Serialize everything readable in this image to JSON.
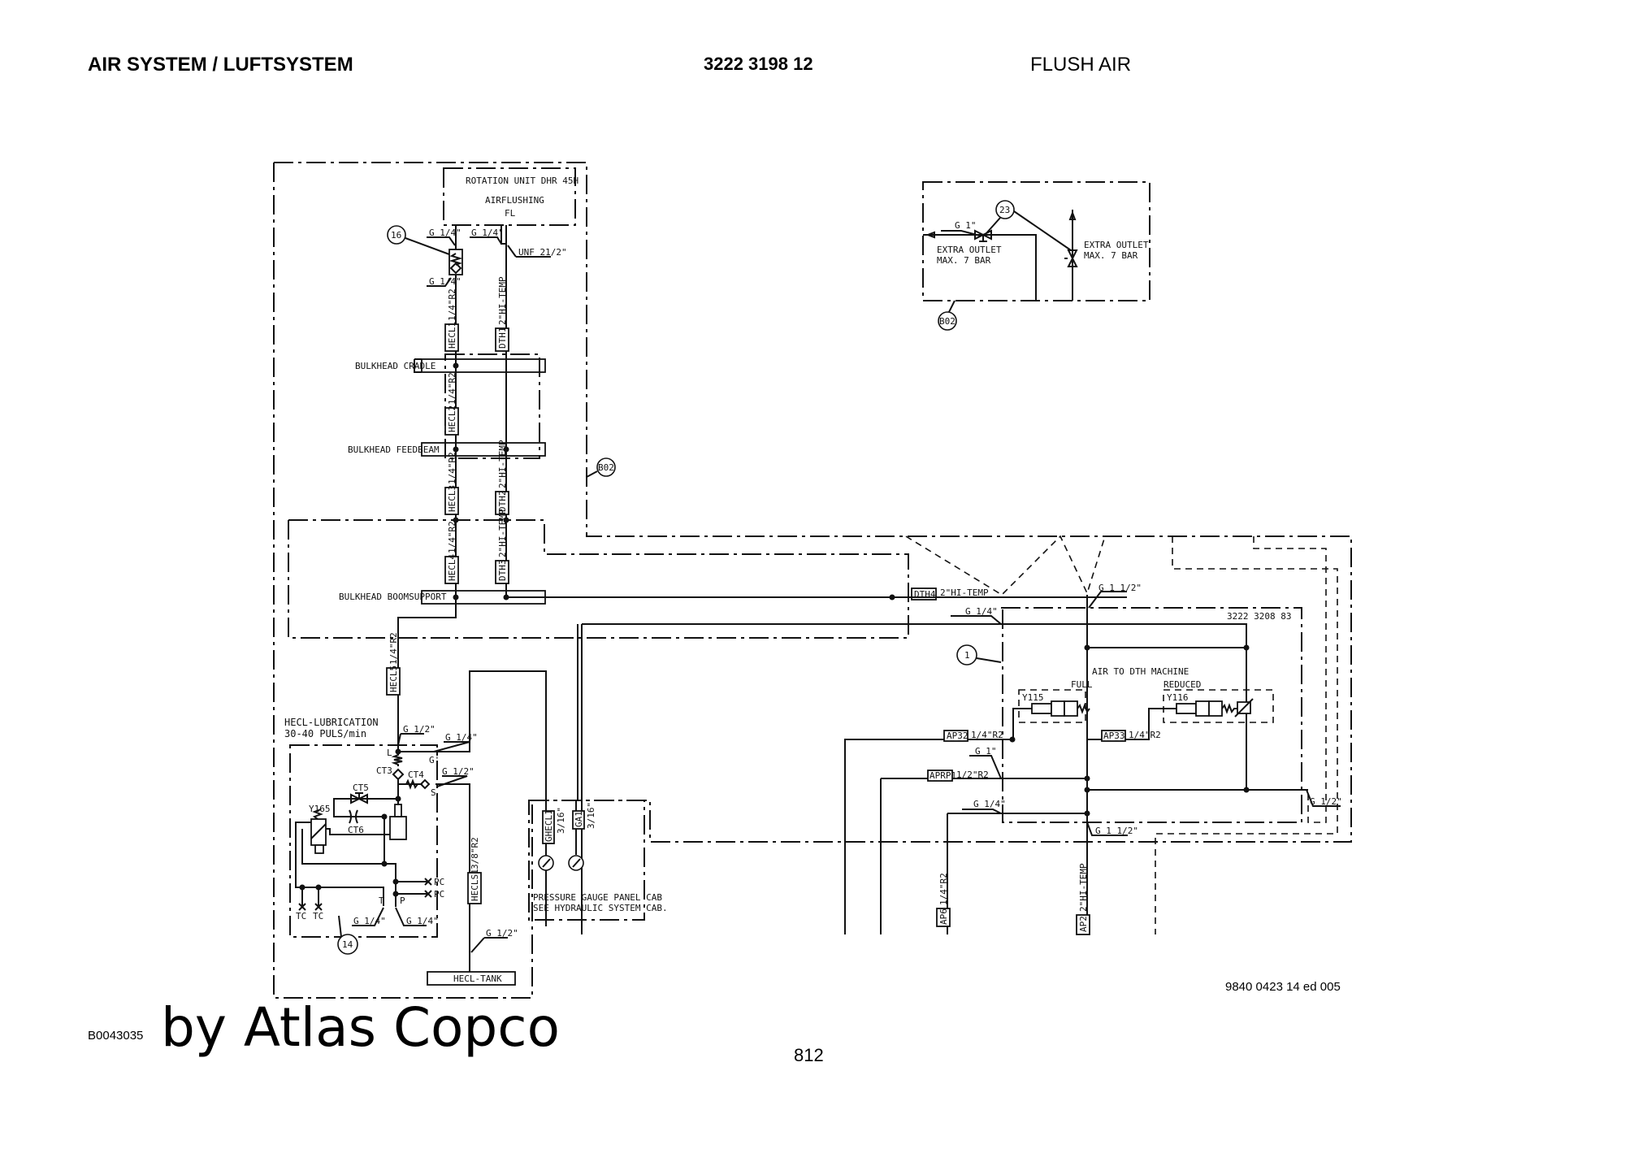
{
  "header": {
    "title": "AIR SYSTEM / LUFTSYSTEM",
    "document_number": "3222 3198 12",
    "section": "FLUSH AIR"
  },
  "footer": {
    "drawing_reference": "9840 0423 14 ed 005",
    "image_code": "B0043035",
    "brand": "by Atlas Copco",
    "page_number": "812"
  },
  "diagram": {
    "rotation_unit": {
      "line1": "ROTATION UNIT DHR 45H",
      "line2": "AIRFLUSHING",
      "port": "FL"
    },
    "extra_outlets": {
      "fitting": "G 1\"",
      "left_label_1": "EXTRA OUTLET",
      "left_label_2": "MAX. 7 BAR",
      "right_label_1": "EXTRA OUTLET",
      "right_label_2": "MAX. 7 BAR",
      "item": "23",
      "group": "B02"
    },
    "item_callouts": {
      "check_valve": "16",
      "boom_group": "B02",
      "air_module": "1",
      "lube_pump": "14"
    },
    "fittings": {
      "g14": "G 1/4\"",
      "unf": "UNF 21/2\"",
      "g112": "G 1 1/2\"",
      "g12": "G 1/2\"",
      "g1": "G 1\""
    },
    "bulkheads": [
      "BULKHEAD CRADLE",
      "BULKHEAD FEEDBEAM",
      "BULKHEAD BOOMSUPPORT"
    ],
    "hoses": {
      "hecl1": "HECL1",
      "hecl2": "HECL2",
      "hecl3": "HECL3",
      "hecl4": "HECL4",
      "hecl5": "HECL5",
      "hecl_spec": "1/4\"R2",
      "dth1": "DTH1",
      "dth2": "DTH2",
      "dth3": "DTH3",
      "dth4": "DTH4",
      "dth_spec": "2\"HI-TEMP",
      "hecls1": "HECLS1",
      "hecls1_spec": "3/8\"R2",
      "ghecl1": "GHECL1",
      "ga1": "GA1",
      "gauge_spec": "3/16\"",
      "ap32": "AP32",
      "ap33": "AP33",
      "ap_spec": "1/4\"R2",
      "aprp1": "APRP1",
      "aprp1_spec": "1/2\"R2",
      "ap6": "AP6",
      "ap6_spec": "1/4\"R2",
      "ap2": "AP2",
      "ap2_spec": "2\"HI-TEMP"
    },
    "air_module": {
      "part_number": "3222 3208 83",
      "title": "AIR TO DTH MACHINE",
      "valve_full_label": "FULL",
      "valve_full_id": "Y115",
      "valve_reduced_label": "REDUCED",
      "valve_reduced_id": "Y116"
    },
    "lubrication": {
      "title_1": "HECL-LUBRICATION",
      "title_2": "30-40 PULS/min",
      "ports": {
        "L": "L",
        "G": "G'",
        "S": "S",
        "T": "T",
        "P": "P"
      },
      "components": {
        "ct3": "CT3",
        "ct4": "CT4",
        "ct5": "CT5",
        "ct6": "CT6",
        "y165": "Y165"
      },
      "test_points": [
        "PC",
        "PC",
        "TC",
        "TC"
      ],
      "tank": "HECL-TANK"
    },
    "gauge_panel": {
      "line1": "PRESSURE GAUGE PANEL CAB",
      "line2": "SEE HYDRAULIC SYSTEM CAB."
    }
  }
}
